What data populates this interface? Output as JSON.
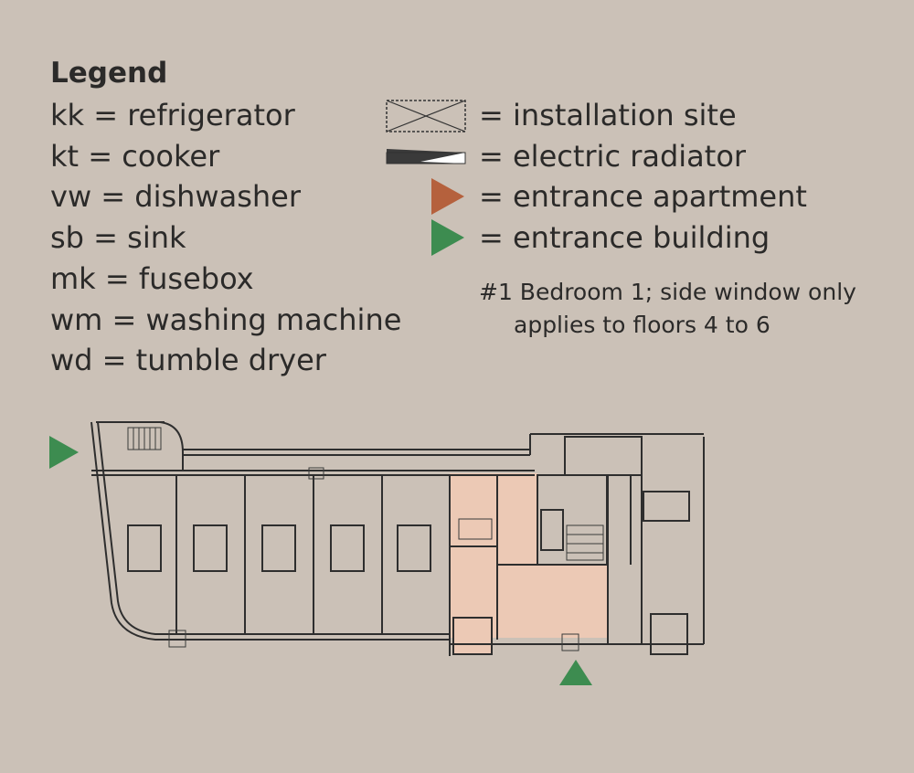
{
  "legend": {
    "title": "Legend",
    "items": [
      "kk = refrigerator",
      "kt = cooker",
      "vw = dishwasher",
      "sb = sink",
      "mk = fusebox",
      "wm = washing machine",
      "wd = tumble dryer"
    ],
    "symbols": [
      {
        "icon": "installation-site-icon",
        "label": "= installation site"
      },
      {
        "icon": "electric-radiator-icon",
        "label": "= electric radiator"
      },
      {
        "icon": "entrance-apartment-icon",
        "label": "= entrance apartment",
        "color": "#b5613d"
      },
      {
        "icon": "entrance-building-icon",
        "label": "= entrance building",
        "color": "#3d8c50"
      }
    ],
    "note_line1": "#1 Bedroom 1; side window only",
    "note_line2": "applies to floors 4 to 6"
  },
  "colors": {
    "background": "#cbc1b7",
    "highlight": "#ecc9b5",
    "entrance_apartment": "#b5613d",
    "entrance_building": "#3d8c50"
  }
}
